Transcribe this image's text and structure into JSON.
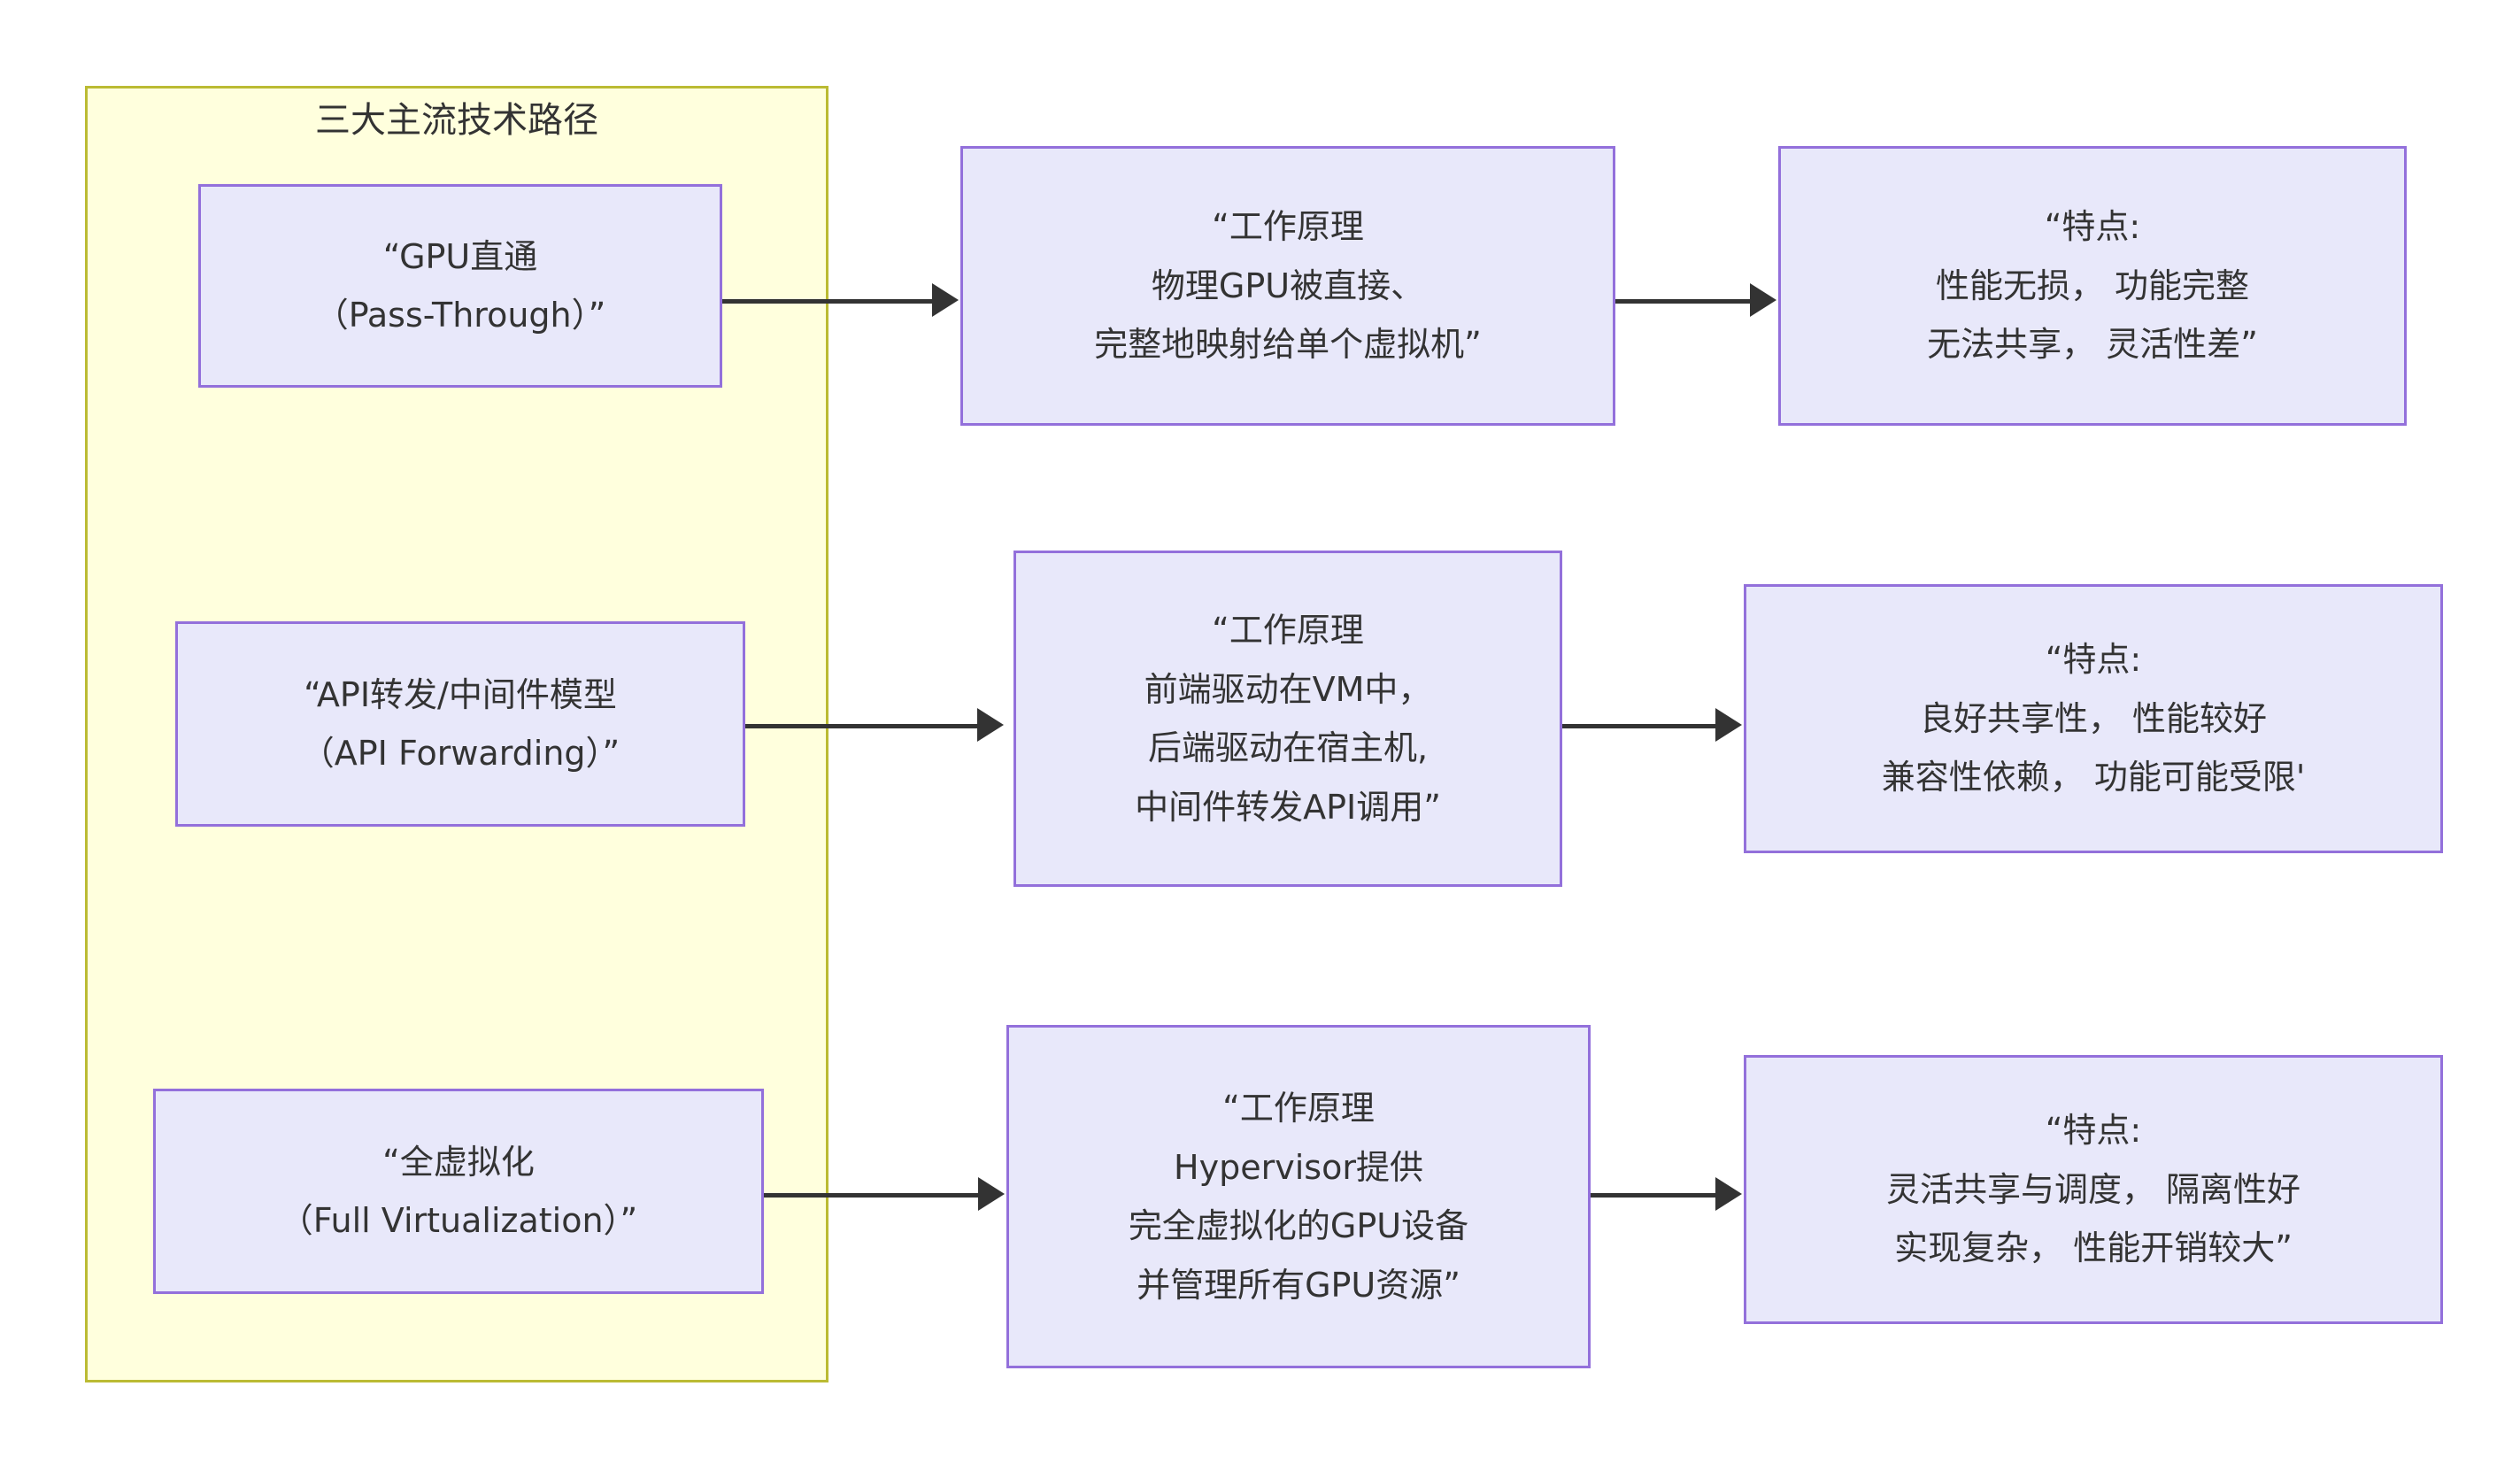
{
  "diagram": {
    "type": "flowchart",
    "direction": "left-to-right",
    "colors": {
      "group_fill": "#ffffdd",
      "group_border": "#bbbb33",
      "node_fill": "#e8e8fa",
      "node_border": "#9370db",
      "edge": "#333333",
      "text": "#333333",
      "background": "#ffffff"
    },
    "group": {
      "title": "三大主流技术路径"
    },
    "rows": [
      {
        "approach": "“GPU直通\n（Pass-Through）”",
        "principle": "“工作原理\n物理GPU被直接、\n完整地映射给单个虚拟机”",
        "features": "“特点:\n性能无损， 功能完整\n无法共享， 灵活性差”"
      },
      {
        "approach": "“API转发/中间件模型\n（API Forwarding）”",
        "principle": "“工作原理\n前端驱动在VM中，\n后端驱动在宿主机,\n中间件转发API调用”",
        "features": "“特点:\n良好共享性， 性能较好\n兼容性依赖， 功能可能受限'"
      },
      {
        "approach": "“全虚拟化\n（Full Virtualization）”",
        "principle": "“工作原理\nHypervisor提供\n完全虚拟化的GPU设备\n并管理所有GPU资源”",
        "features": "“特点:\n灵活共享与调度， 隔离性好\n实现复杂， 性能开销较大”"
      }
    ]
  }
}
